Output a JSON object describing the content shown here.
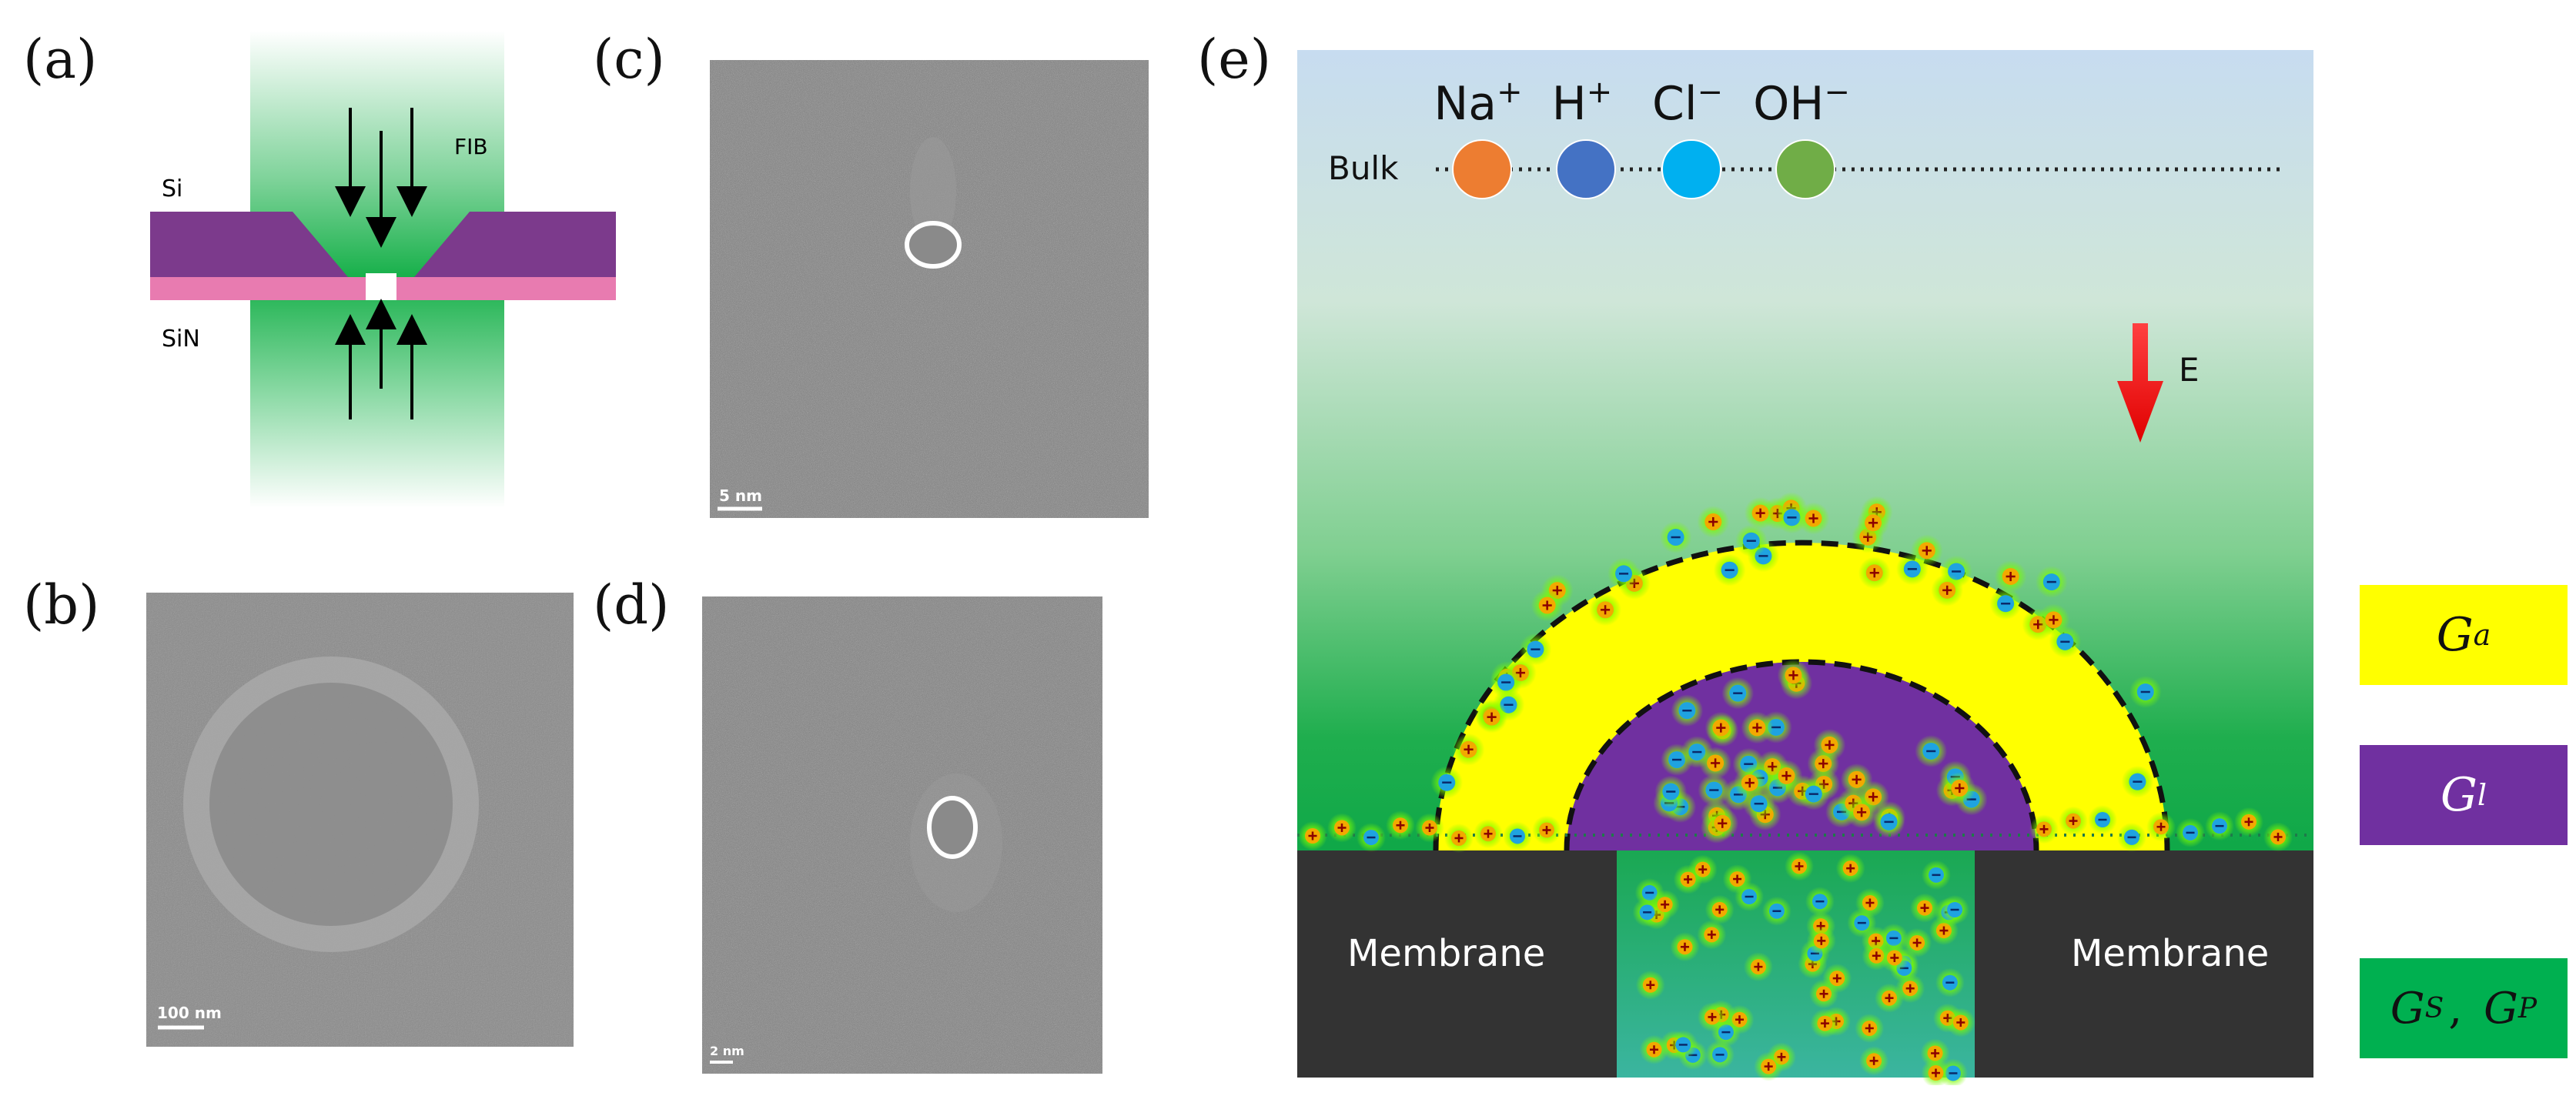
{
  "panels": {
    "a": {
      "label": "(a)",
      "si_label": "Si",
      "sin_label": "SiN",
      "fib_label": "FIB"
    },
    "b": {
      "label": "(b)",
      "scale_bar": "100 nm"
    },
    "c": {
      "label": "(c)",
      "scale_bar": "5 nm"
    },
    "d": {
      "label": "(d)",
      "scale_bar": "2 nm"
    },
    "e": {
      "label": "(e)",
      "bulk_label": "Bulk",
      "ions": [
        {
          "text": "Na",
          "sup": "+",
          "color": "#ed7d31"
        },
        {
          "text": "H",
          "sup": "+",
          "color": "#4472c4"
        },
        {
          "text": "Cl",
          "sup": "−",
          "color": "#00b0f0"
        },
        {
          "text": "OH",
          "sup": "−",
          "color": "#70ad47"
        }
      ],
      "field_label": "E",
      "membrane_left": "Membrane",
      "membrane_right": "Membrane"
    }
  },
  "legend": [
    {
      "base": "G",
      "sub": "a",
      "color": "#ffff00"
    },
    {
      "base": "G",
      "sub": "l",
      "color": "#7030a0"
    },
    {
      "base": "G",
      "sub": "S",
      "extra_base": "G",
      "extra_sub": "P",
      "separator": ",",
      "color": "#00b050"
    }
  ]
}
